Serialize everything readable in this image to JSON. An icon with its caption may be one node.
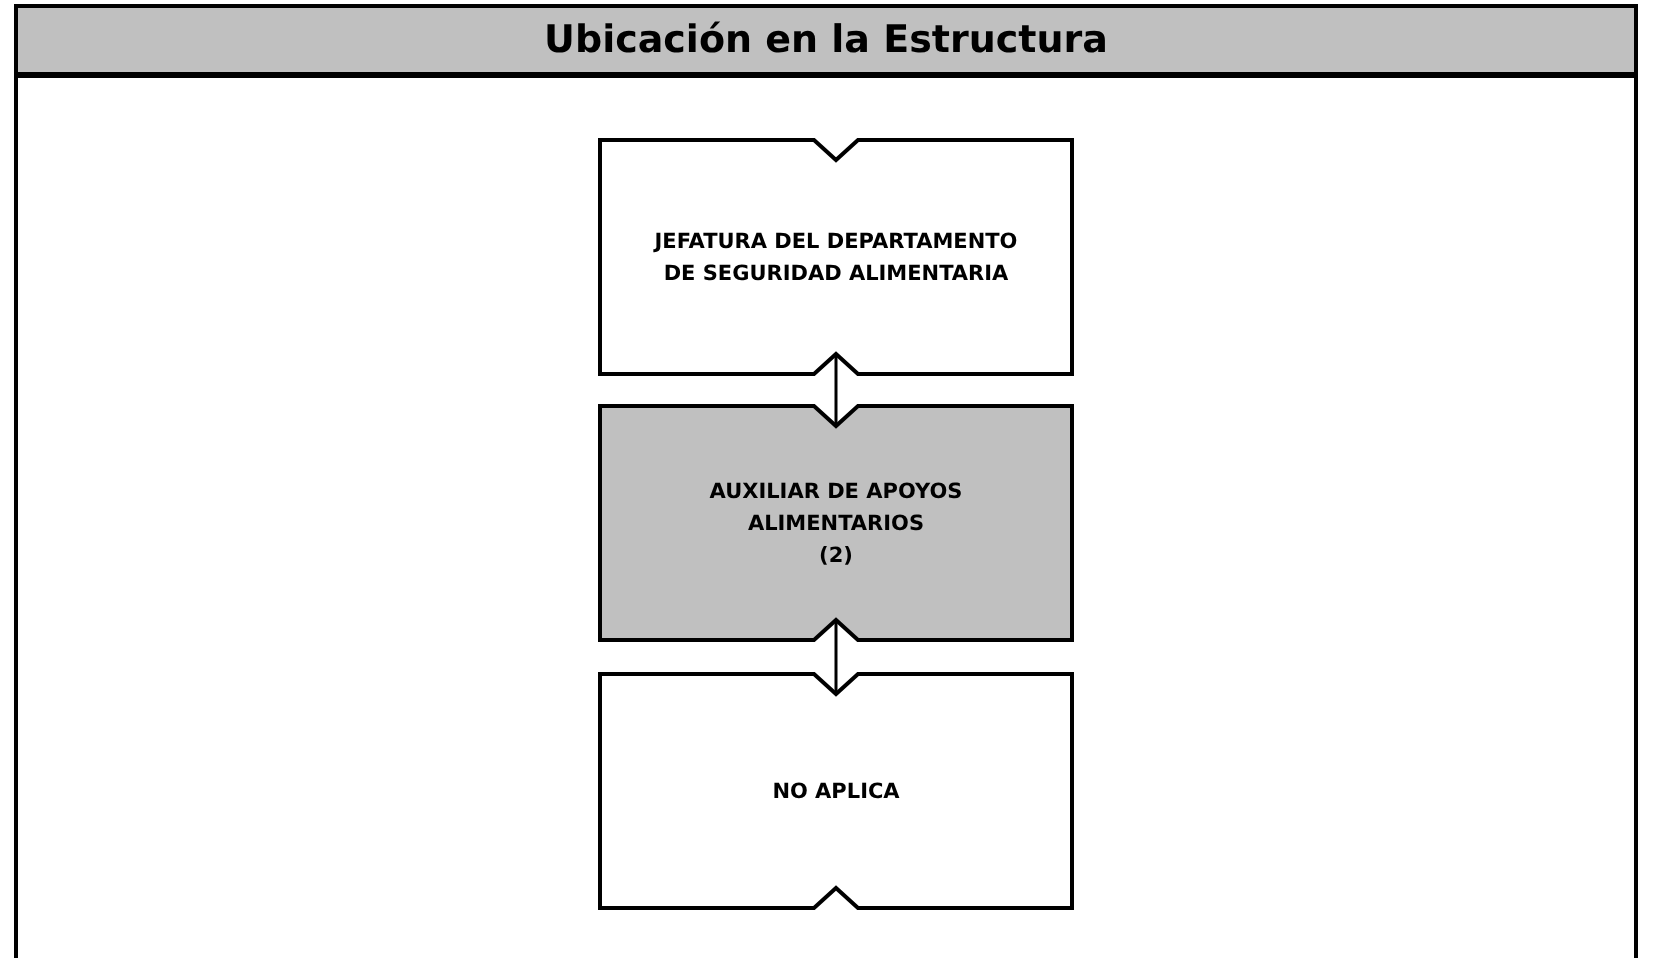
{
  "diagram": {
    "title": "Ubicación en la Estructura",
    "nodes": [
      {
        "text": [
          "JEFATURA DEL DEPARTAMENTO DE SEGURIDAD ALIMENTARIA"
        ]
      },
      {
        "text": [
          "AUXILIAR DE APOYOS ALIMENTARIOS",
          "(2)"
        ]
      },
      {
        "text": [
          "NO APLICA"
        ]
      }
    ],
    "edges": [
      {
        "from": 0,
        "to": 1,
        "arrow": "none"
      },
      {
        "from": 1,
        "to": 2,
        "arrow": "none"
      }
    ]
  }
}
